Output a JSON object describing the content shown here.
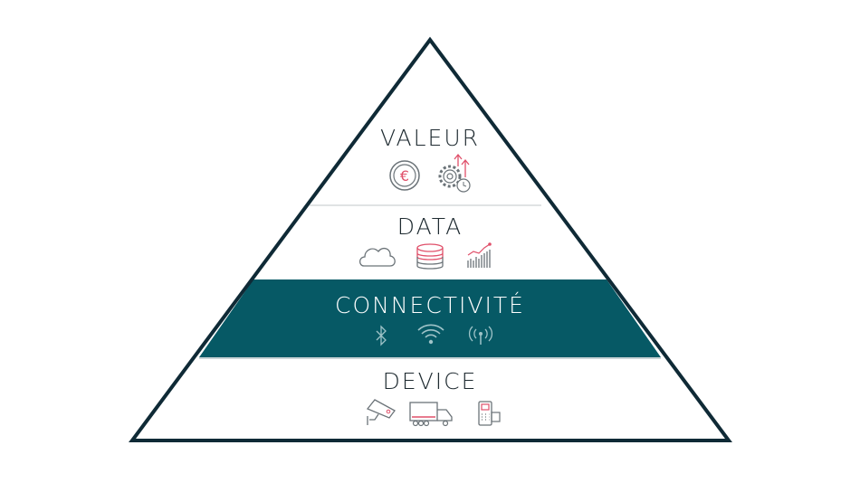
{
  "colors": {
    "outline": "#0f2a36",
    "band": "#065965",
    "text": "#1e2a30",
    "text_light": "#ffffff",
    "icon_gray": "#6b7378",
    "icon_red": "#e0506a",
    "icon_band": "#9fc3c8",
    "separator": "#d6dadc"
  },
  "levels": [
    {
      "label": "VALEUR",
      "icons": [
        "euro-coin-icon",
        "gear-growth-clock-icon"
      ]
    },
    {
      "label": "DATA",
      "icons": [
        "cloud-icon",
        "database-icon",
        "growth-chart-icon"
      ]
    },
    {
      "label": "CONNECTIVITÉ",
      "icons": [
        "bluetooth-icon",
        "wifi-icon",
        "antenna-signal-icon"
      ]
    },
    {
      "label": "DEVICE",
      "icons": [
        "security-camera-icon",
        "truck-icon",
        "payment-terminal-icon"
      ]
    }
  ]
}
